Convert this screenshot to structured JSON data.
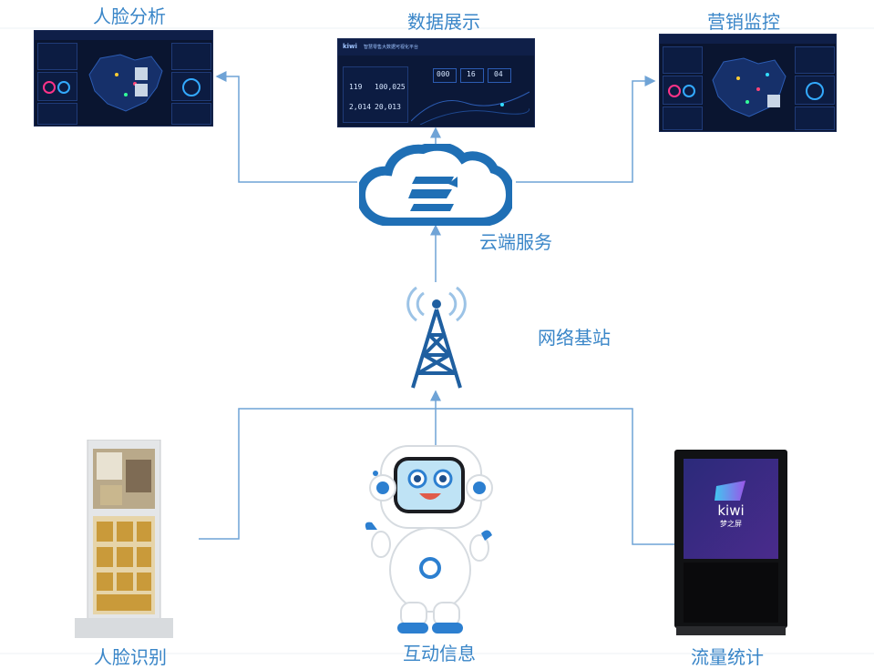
{
  "labels": {
    "face_analysis": "人脸分析",
    "data_display": "数据展示",
    "marketing_monitor": "营销监控",
    "cloud_service": "云端服务",
    "base_station": "网络基站",
    "face_recognition": "人脸识别",
    "interaction": "互动信息",
    "traffic_stats": "流量统计"
  },
  "screen_center": {
    "kiwi_logo_text": "kiwi",
    "title": "智慧零售大数据可视化平台",
    "counters": [
      "000",
      "16",
      "04"
    ],
    "stats": [
      "119",
      "100,025",
      "2,014",
      "20,013"
    ]
  },
  "kiosk": {
    "brand": "kiwi",
    "brand_sub": "梦之屏"
  },
  "colors": {
    "accent": "#3a86c8",
    "line": "#6fa3d6",
    "screen_bg": "#0a1530"
  }
}
